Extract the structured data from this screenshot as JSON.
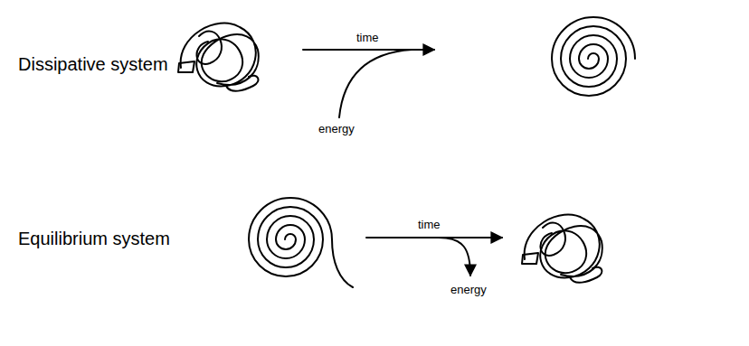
{
  "diagram": {
    "labels": [
      "Dissipative system",
      "time",
      "energy",
      "Equilibrium system",
      "time",
      "energy"
    ]
  }
}
